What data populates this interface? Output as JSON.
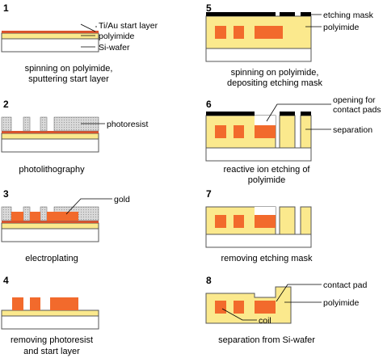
{
  "colors": {
    "wafer": "#ffffff",
    "polyimide": "#fbe98d",
    "metal": "#f26a2c",
    "startLayer": "#d9522c",
    "photoresist": "#d9d9d9",
    "mask": "#000000",
    "outline": "#555555"
  },
  "steps": [
    {
      "number": "1",
      "caption": [
        "spinning on polyimide,",
        "sputtering start layer"
      ],
      "labels": [
        "Ti/Au start layer",
        "polyimide",
        "Si-wafer"
      ]
    },
    {
      "number": "2",
      "caption": [
        "photolithography"
      ],
      "labels": [
        "photoresist"
      ]
    },
    {
      "number": "3",
      "caption": [
        "electroplating"
      ],
      "labels": [
        "gold"
      ]
    },
    {
      "number": "4",
      "caption": [
        "removing photoresist",
        "and start layer"
      ],
      "labels": []
    },
    {
      "number": "5",
      "caption": [
        "spinning on polyimide,",
        "depositing etching mask"
      ],
      "labels": [
        "etching mask",
        "polyimide"
      ]
    },
    {
      "number": "6",
      "caption": [
        "reactive ion etching of",
        "polyimide"
      ],
      "labels": [
        "opening for",
        "contact pads",
        "separation"
      ]
    },
    {
      "number": "7",
      "caption": [
        "removing etching mask"
      ],
      "labels": []
    },
    {
      "number": "8",
      "caption": [
        "separation from Si-wafer"
      ],
      "labels": [
        "contact pad",
        "polyimide",
        "coil"
      ]
    }
  ]
}
